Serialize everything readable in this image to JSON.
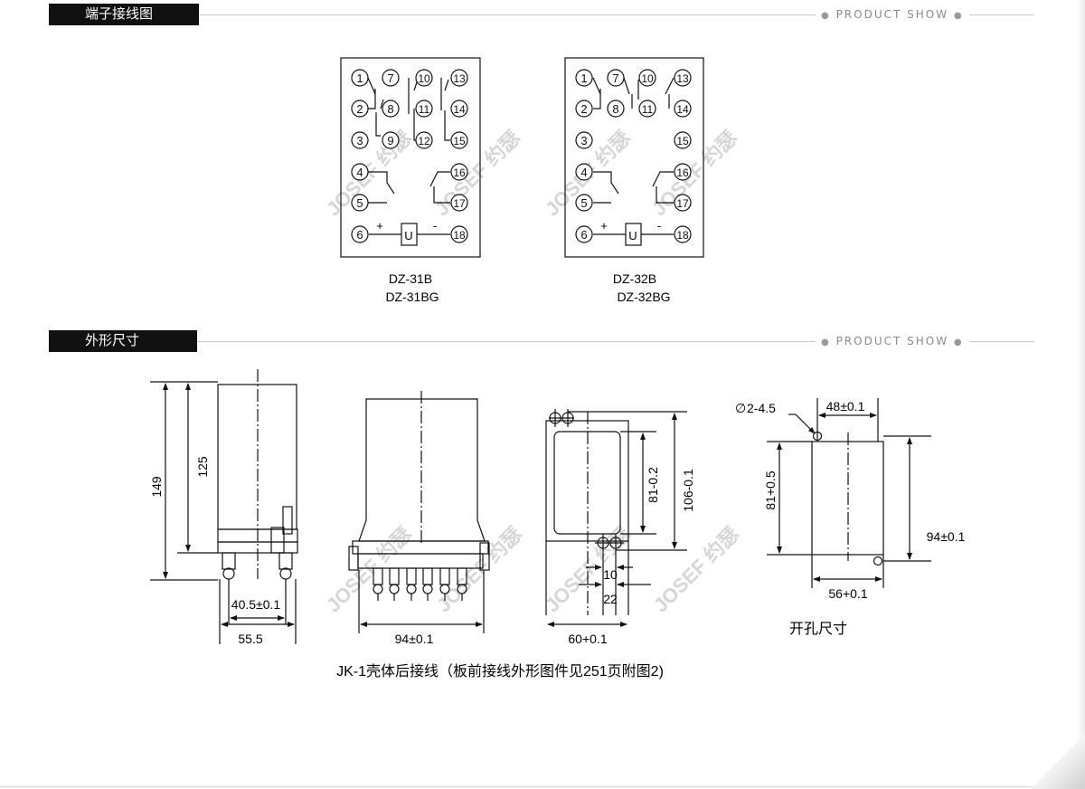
{
  "sections": {
    "terminal": {
      "title": "端子接线图"
    },
    "dimensions": {
      "title": "外形尺寸"
    },
    "tag": "PRODUCT SHOW"
  },
  "brand": {
    "watermark": "JOSEF 约瑟"
  },
  "terminal_diagrams": [
    {
      "model_line1": "DZ-31B",
      "model_line2": "DZ-31BG",
      "plus": "+",
      "minus": "-",
      "u": "U",
      "terminals": [
        "1",
        "2",
        "3",
        "4",
        "5",
        "6",
        "7",
        "8",
        "9",
        "10",
        "11",
        "12",
        "13",
        "14",
        "15",
        "16",
        "17",
        "18"
      ]
    },
    {
      "model_line1": "DZ-32B",
      "model_line2": "DZ-32BG",
      "plus": "+",
      "minus": "-",
      "u": "U",
      "terminals": [
        "1",
        "2",
        "3",
        "4",
        "5",
        "6",
        "7",
        "8",
        "10",
        "11",
        "13",
        "14",
        "15",
        "16",
        "17",
        "18"
      ]
    }
  ],
  "dims": {
    "side_height_total": "149",
    "side_height_body": "125",
    "side_pin_spacing": "40.5±0.1",
    "side_width": "55.5",
    "front_width": "94±0.1",
    "rear_height_inner": "81-0.2",
    "rear_height_outer": "106-0.1",
    "rear_offset_a": "10",
    "rear_offset_b": "22",
    "rear_width": "60+0.1",
    "hole_diameter": "2-4.5",
    "hole_top_width": "48±0.1",
    "hole_height_inner": "81+0.5",
    "hole_height_outer": "94±0.1",
    "hole_bottom_width": "56+0.1",
    "hole_caption": "开孔尺寸"
  },
  "caption": "JK-1壳体后接线（板前接线外形图件见251页附图2)"
}
